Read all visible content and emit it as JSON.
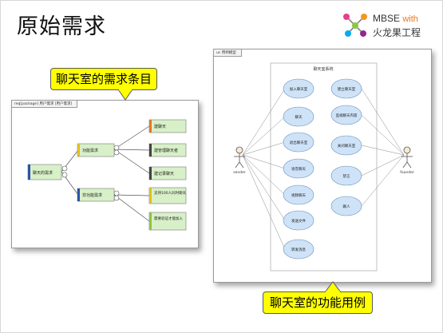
{
  "slide": {
    "title": "原始需求"
  },
  "logo": {
    "line1": "MBSE",
    "line1_with": "with",
    "line2": "火龙果工程"
  },
  "callouts": {
    "requirements": "聊天室的需求条目",
    "usecases": "聊天室的功能用例"
  },
  "req_diagram": {
    "tab": "req[package] 用户需求 [用户需求]",
    "root": "聊天的需求",
    "groups": [
      "功能需求",
      "非功能需求"
    ],
    "functional": [
      "建聊天",
      "建管理聊天者",
      "建记录聊天"
    ],
    "nonfunctional": [
      "支持100人同时聊天",
      "需要验证才能加入"
    ]
  },
  "uc_diagram": {
    "tab": "uc 用例模型",
    "boundary": "聊天室系统",
    "left_actor": "sender",
    "right_actor": "founder",
    "left_cases": [
      "加入聊天室",
      "聊天",
      "退出聊天室",
      "语音聊天",
      "视频聊天",
      "发送文件",
      "转发消息"
    ],
    "right_cases": [
      "建立聊天室",
      "监视聊天内容",
      "关闭聊天室",
      "禁言",
      "踢人"
    ]
  },
  "colors": {
    "callout": "#ffff00",
    "node_fill": "#d8f0c8",
    "usecase_fill": "#cfe3f8"
  }
}
